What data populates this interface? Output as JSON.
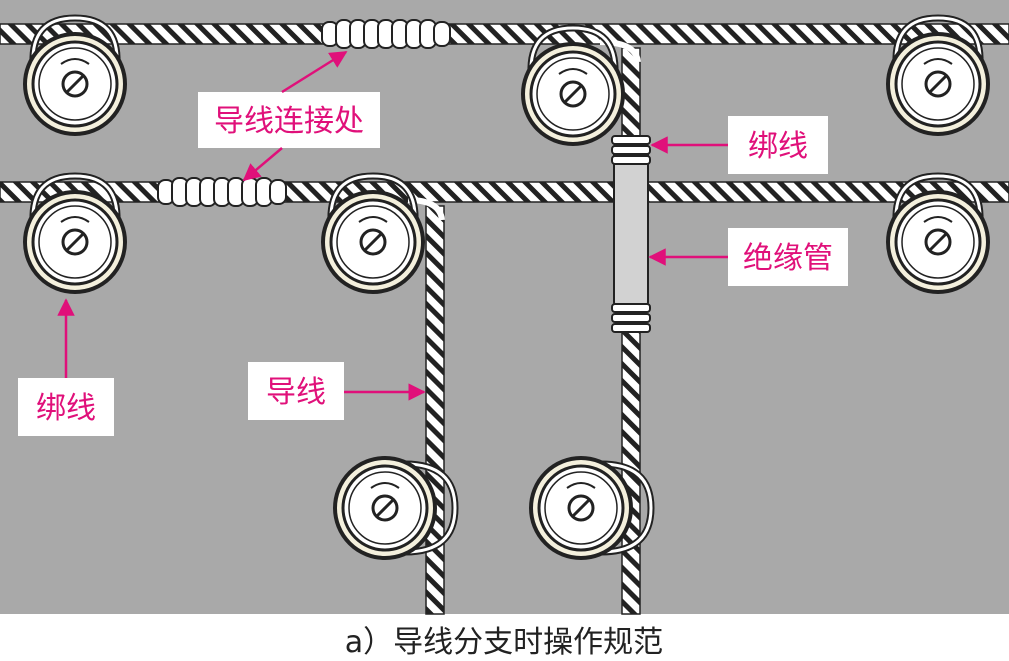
{
  "colors": {
    "background": "#a9a9a9",
    "label_text": "#e0107a",
    "arrow": "#e0107a",
    "label_box": "#ffffff",
    "wire_stripe": "#222222",
    "insulator_face": "#f4f0dd",
    "tube": "#d2d2d2",
    "caption": "#222222"
  },
  "labels": {
    "joint": "导线连接处",
    "tie_right": "绑线",
    "tube": "绝缘管",
    "tie_left": "绑线",
    "wire": "导线"
  },
  "caption": "a）导线分支时操作规范"
}
